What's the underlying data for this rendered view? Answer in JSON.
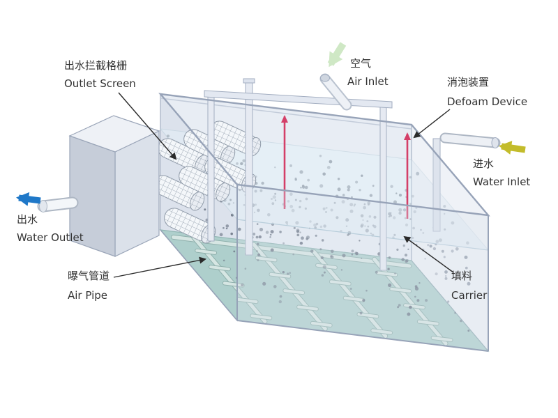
{
  "diagram": {
    "labels": {
      "outlet_screen": {
        "zh": "出水拦截格栅",
        "en": "Outlet Screen"
      },
      "air_inlet": {
        "zh": "空气",
        "en": "Air Inlet"
      },
      "defoam_device": {
        "zh": "消泡装置",
        "en": "Defoam Device"
      },
      "water_inlet": {
        "zh": "进水",
        "en": "Water Inlet"
      },
      "water_outlet": {
        "zh": "出水",
        "en": "Water Outlet"
      },
      "air_pipe": {
        "zh": "曝气管道",
        "en": "Air Pipe"
      },
      "carrier": {
        "zh": "填料",
        "en": "Carrier"
      }
    },
    "colors": {
      "background": "#ffffff",
      "tank_wall": "#e8edf4",
      "tank_wall_side": "#dce2ec",
      "tank_wall_edge": "#97a3b8",
      "tank_glass": "#dde5ef",
      "tank_floor": "#aecfcc",
      "air_pipe": "#d6e6e3",
      "carrier_dot": "#667080",
      "defoam_device": "#d43f68",
      "water_outlet_arrow": "#1f78c8",
      "water_inlet_arrow": "#c3bc2b",
      "air_inlet_arrow": "#cfe8c5",
      "label_text": "#2a2a2a"
    }
  }
}
